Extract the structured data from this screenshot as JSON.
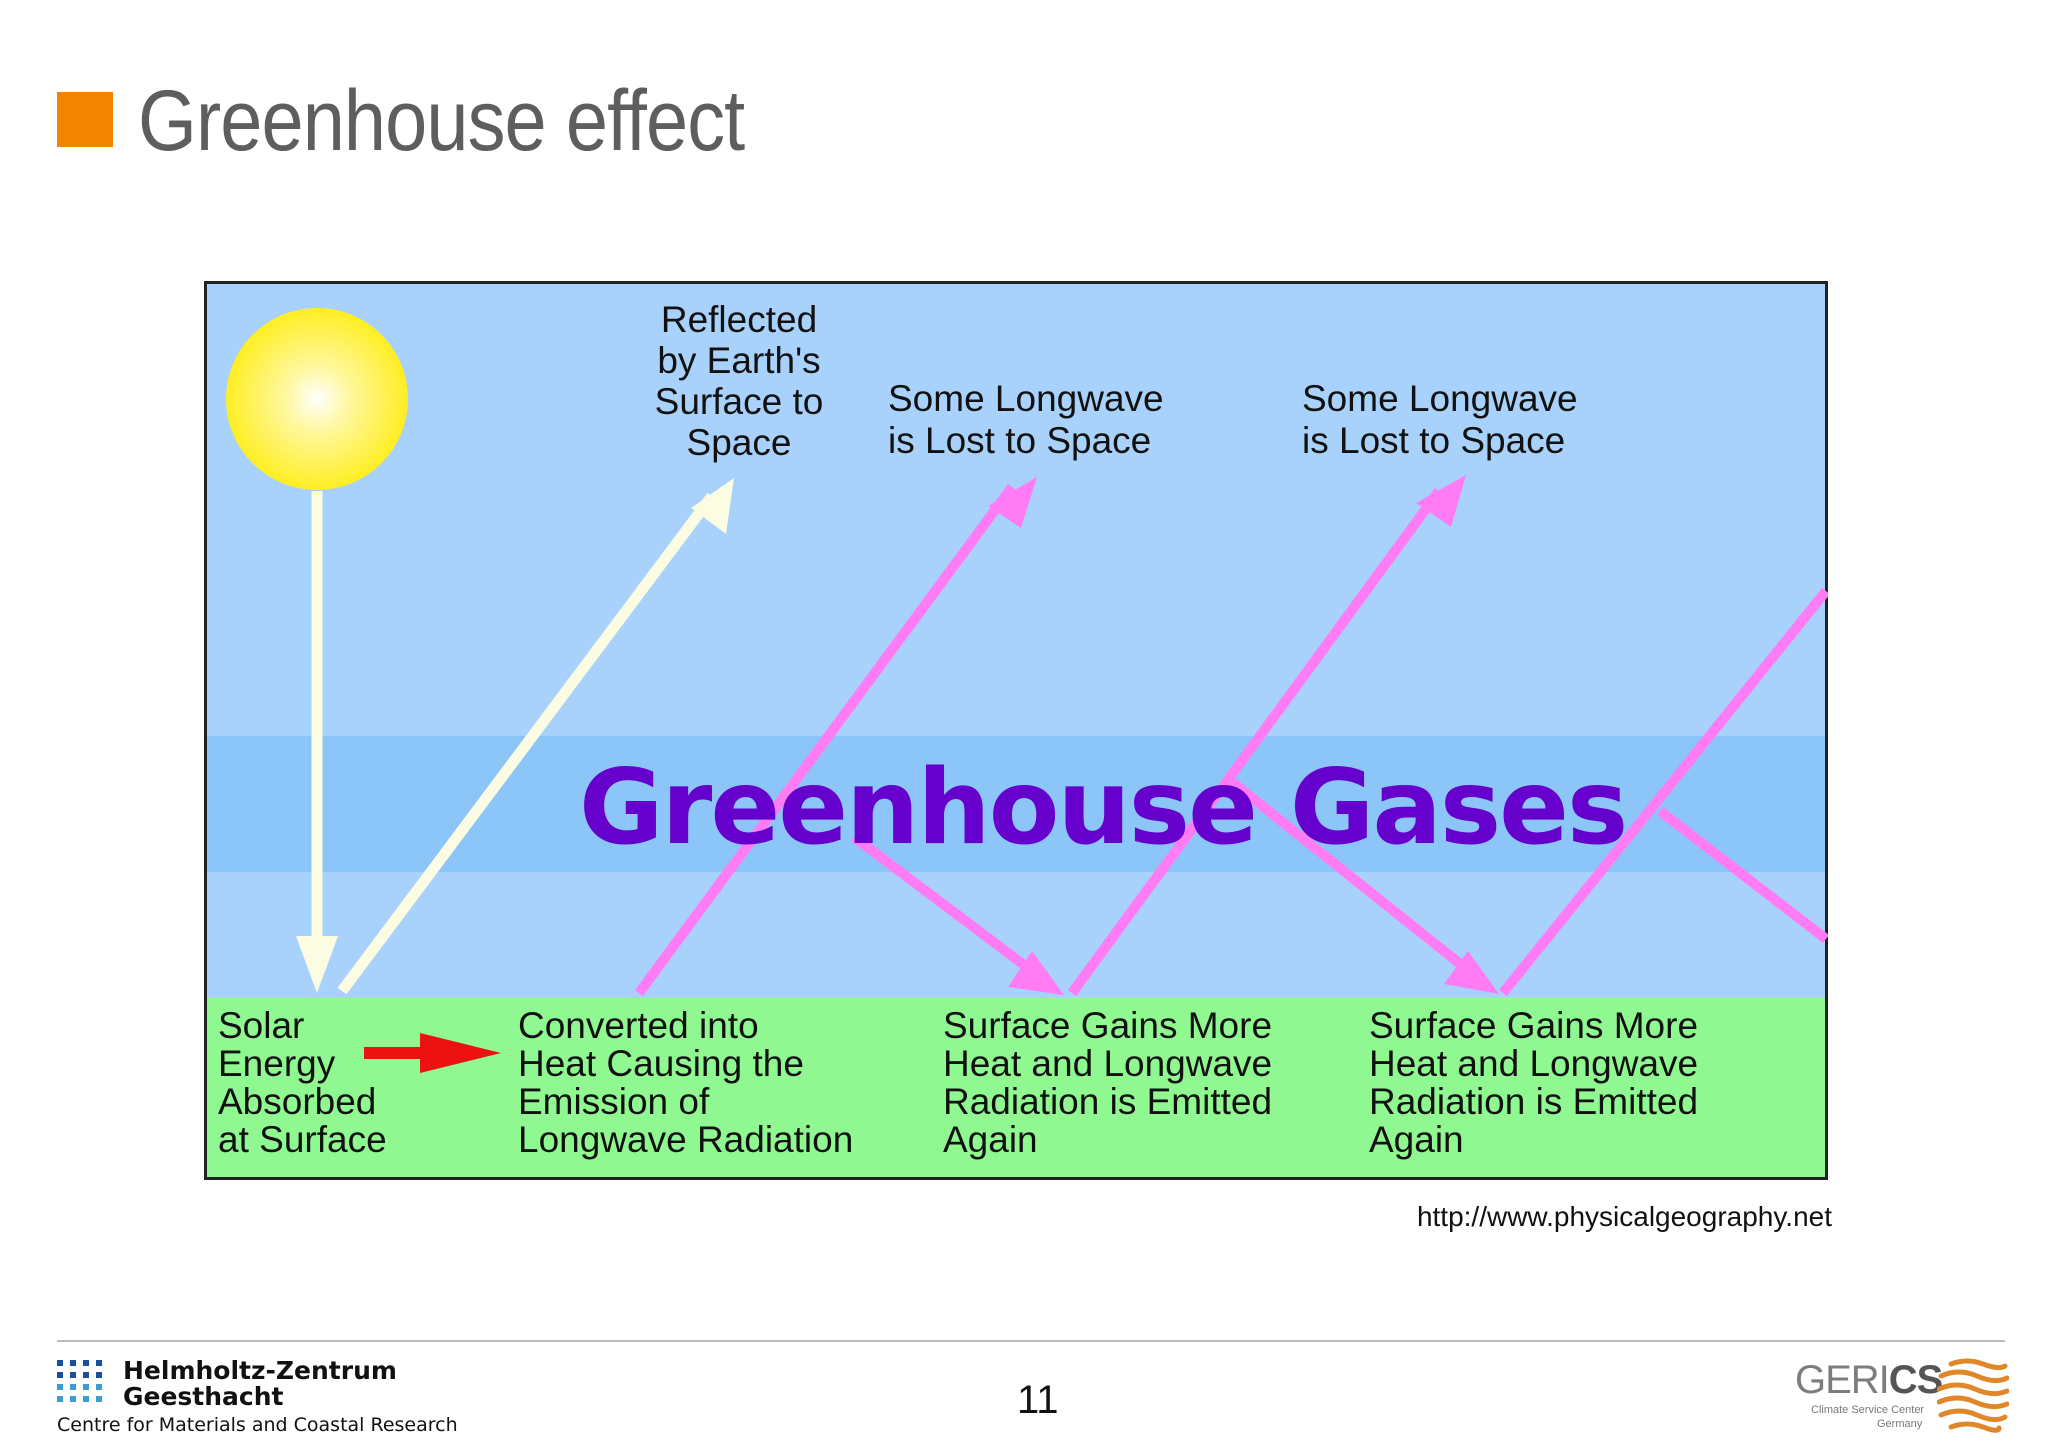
{
  "slide": {
    "title": "Greenhouse effect",
    "source": "http://www.physicalgeography.net",
    "page_number": "11",
    "accent_color": "#f28500"
  },
  "diagram": {
    "reflected_label": [
      "Reflected",
      "by Earth's",
      "Surface to",
      "Space"
    ],
    "lost_label_1": [
      "Some Longwave",
      "is Lost to Space"
    ],
    "lost_label_2": [
      "Some Longwave",
      "is Lost to Space"
    ],
    "band_label": "Greenhouse Gases",
    "surface_1": [
      "Solar",
      "Energy",
      "Absorbed",
      "at Surface"
    ],
    "surface_2": [
      "Converted into",
      "Heat Causing the",
      "Emission of",
      "Longwave Radiation"
    ],
    "surface_3": [
      "Surface Gains More",
      "Heat and Longwave",
      "Radiation is Emitted",
      "Again"
    ],
    "surface_4": [
      "Surface Gains More",
      "Heat and Longwave",
      "Radiation is Emitted",
      "Again"
    ],
    "colors": {
      "sky": "#a8d2fb",
      "band": "#8cc6f8",
      "surface": "#90f890",
      "sun": "#ffee22",
      "solar_arrow": "#fcfce2",
      "longwave_arrow": "#ff7cf4",
      "band_text": "#6600cc",
      "convert_arrow": "#ee1111"
    }
  },
  "footer": {
    "hzg_line1": "Helmholtz-Zentrum",
    "hzg_line2": "Geesthacht",
    "hzg_sub": "Centre for Materials and Coastal Research",
    "gerics_prefix": "GERI",
    "gerics_suffix": "CS",
    "gerics_sub1": "Climate Service Center",
    "gerics_sub2": "Germany"
  }
}
